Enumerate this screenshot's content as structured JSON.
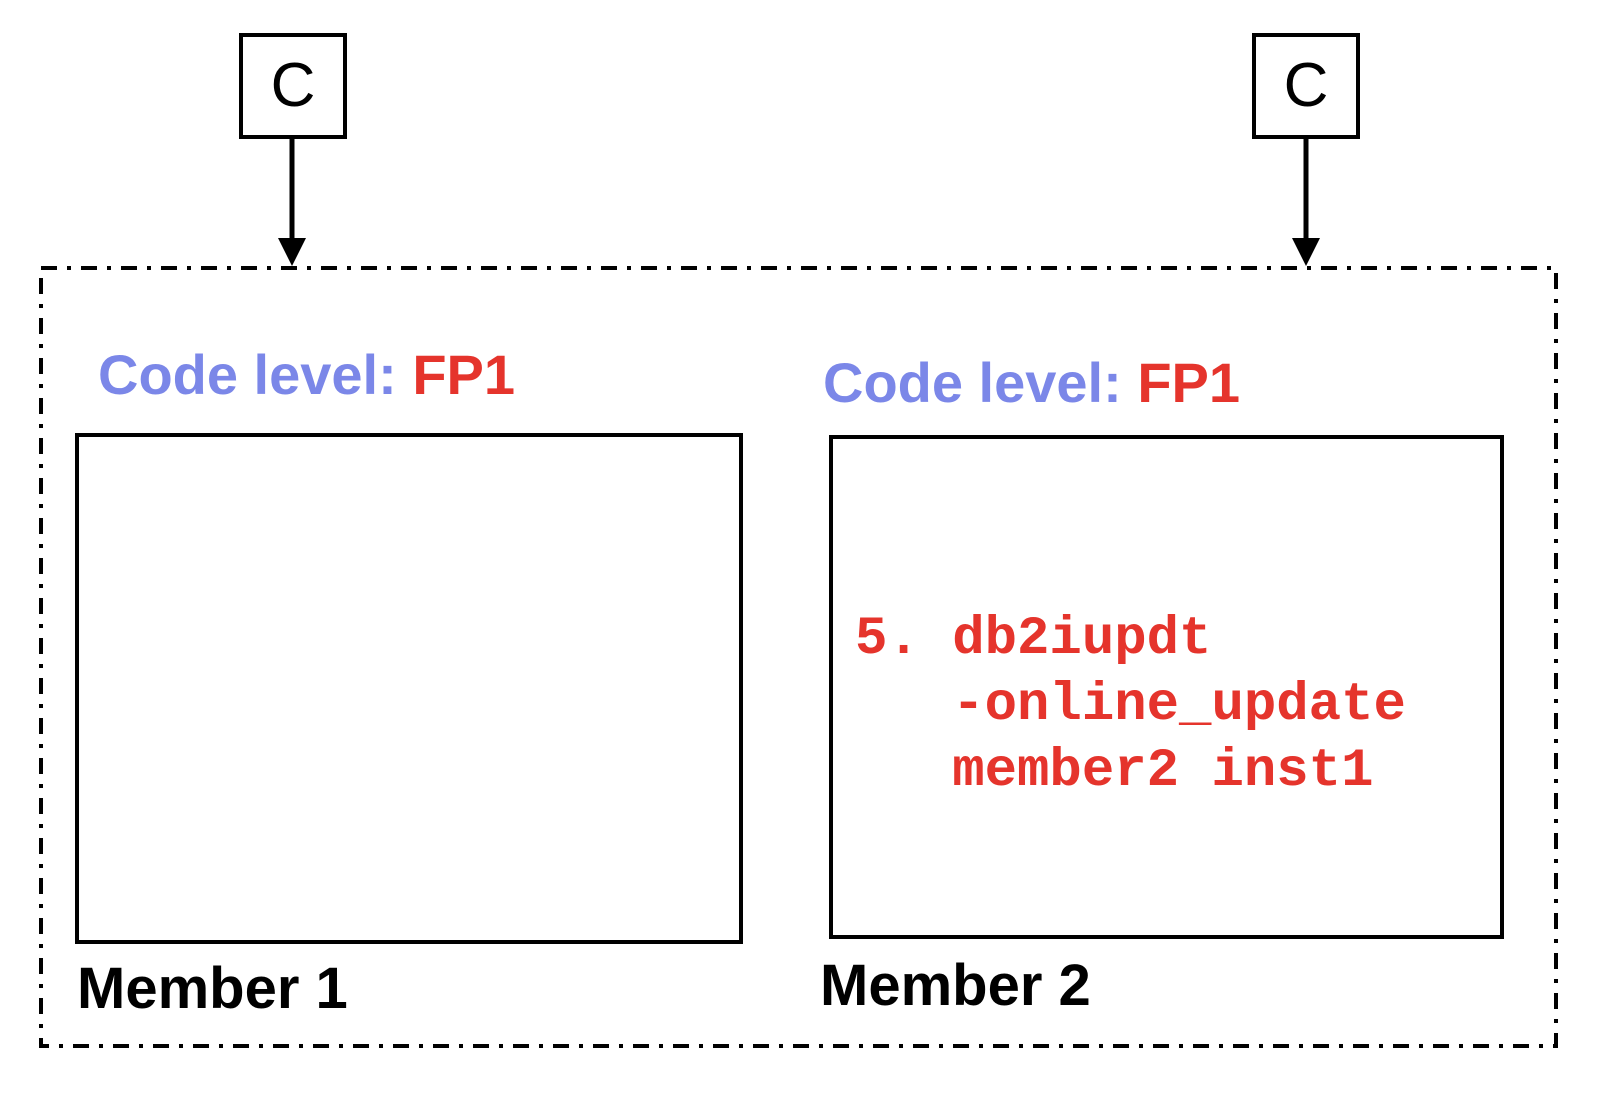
{
  "colors": {
    "label_blue": "#7b87e8",
    "value_red": "#e5342c",
    "command_red": "#e5342c",
    "line_black": "#000000"
  },
  "connectors": [
    {
      "label": "C"
    },
    {
      "label": "C"
    }
  ],
  "members": [
    {
      "code_level_label": "Code level:",
      "code_level_value": "FP1",
      "name": "Member 1",
      "command": ""
    },
    {
      "code_level_label": "Code level:",
      "code_level_value": "FP1",
      "name": "Member 2",
      "command": "5. db2iupdt\n   -online_update\n   member2 inst1"
    }
  ]
}
